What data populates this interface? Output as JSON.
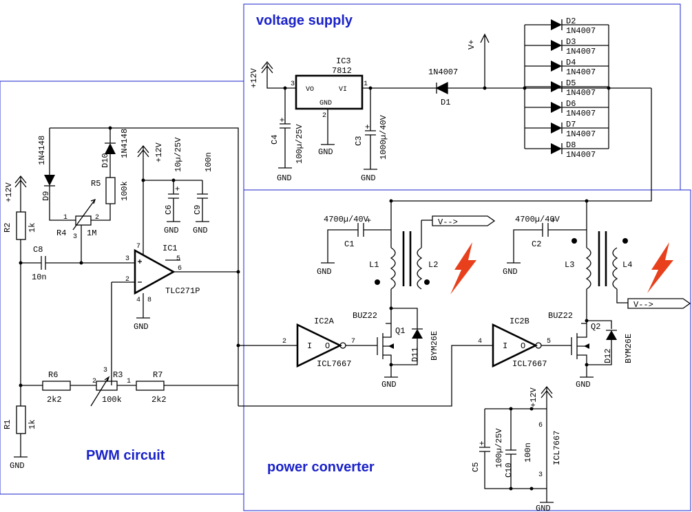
{
  "sections": {
    "voltage_supply": "voltage supply",
    "pwm_circuit": "PWM circuit",
    "power_converter": "power converter"
  },
  "components": {
    "ic3_ref": "IC3",
    "ic3_part": "7812",
    "ic3_vo": "VO",
    "ic3_vi": "VI",
    "ic3_gnd": "GND",
    "ic3_pin3": "3",
    "ic3_pin1": "1",
    "ic3_pin2": "2",
    "c4_ref": "C4",
    "c4_val": "100µ/25V",
    "c3_ref": "C3",
    "c3_val": "1000µ/40V",
    "d1_ref": "D1",
    "d1_part": "1N4007",
    "d2_ref": "D2",
    "d3_ref": "D3",
    "d4_ref": "D4",
    "d5_ref": "D5",
    "d6_ref": "D6",
    "d7_ref": "D7",
    "d8_ref": "D8",
    "dbank_part": "1N4007",
    "vplus": "V+",
    "r2_ref": "R2",
    "r2_val": "1k",
    "r1_ref": "R1",
    "r1_val": "1k",
    "c8_ref": "C8",
    "c8_val": "10n",
    "d9_ref": "D9",
    "d9_part": "1N4148",
    "d10_ref": "D10",
    "d10_part": "1N4148",
    "r5_ref": "R5",
    "r5_val": "100k",
    "r4_ref": "R4",
    "r4_val": "1M",
    "r4_p1": "1",
    "r4_p2": "2",
    "r4_p3": "3",
    "c6_ref": "C6",
    "c6_val": "10µ/25V",
    "c9_ref": "C9",
    "c9_val": "100n",
    "ic1_ref": "IC1",
    "ic1_part": "TLC271P",
    "ic1_p7": "7",
    "ic1_p3": "3",
    "ic1_p2": "2",
    "ic1_p5": "5",
    "ic1_p6": "6",
    "ic1_p4": "4",
    "ic1_p8": "8",
    "r6_ref": "R6",
    "r6_val": "2k2",
    "r3_ref": "R3",
    "r3_val": "100k",
    "r3_p1": "1",
    "r3_p2": "2",
    "r3_p3": "3",
    "r7_ref": "R7",
    "r7_val": "2k2",
    "c1_ref": "C1",
    "c1_val": "4700µ/40V",
    "c2_ref": "C2",
    "c2_val": "4700µ/40V",
    "l1_ref": "L1",
    "l2_ref": "L2",
    "l3_ref": "L3",
    "l4_ref": "L4",
    "ic2a_ref": "IC2A",
    "ic2a_part": "ICL7667",
    "ic2a_pin_in": "2",
    "ic2a_pin_out": "7",
    "ic2b_ref": "IC2B",
    "ic2b_part": "ICL7667",
    "ic2b_pin_in": "4",
    "ic2b_pin_out": "5",
    "gate_i": "I",
    "gate_o": "O",
    "q1_ref": "Q1",
    "q1_part": "BUZ22",
    "q2_ref": "Q2",
    "q2_part": "BUZ22",
    "d11_ref": "D11",
    "d11_part": "BYM26E",
    "d12_ref": "D12",
    "d12_part": "BYM26E",
    "c5_ref": "C5",
    "c5_val": "100µ/25V",
    "c10_ref": "C10",
    "c10_val": "100n",
    "icl_part": "ICL7667",
    "icl_p6": "6",
    "icl_p3": "3",
    "vminus_out": "V-->",
    "gnd": "GND",
    "plus12v": "+12V",
    "plus": "+"
  },
  "colors": {
    "section_frame": "#1a22c8",
    "section_title": "#1a22c8",
    "spark": "#e8401c",
    "wire": "#000000"
  }
}
